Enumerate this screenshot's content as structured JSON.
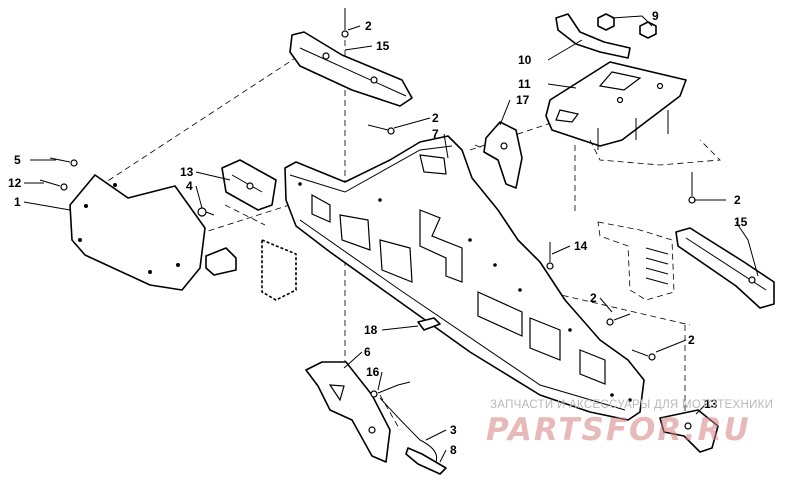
{
  "callouts": [
    "1",
    "2",
    "3",
    "4",
    "5",
    "6",
    "7",
    "8",
    "9",
    "10",
    "11",
    "12",
    "13",
    "14",
    "15",
    "16",
    "17",
    "18"
  ],
  "watermark": {
    "caption": "ЗАПЧАСТИ И АКСЕССУАРЫ ДЛЯ МОТОТЕХНИКИ",
    "logo": "PARTSFOR.RU"
  }
}
